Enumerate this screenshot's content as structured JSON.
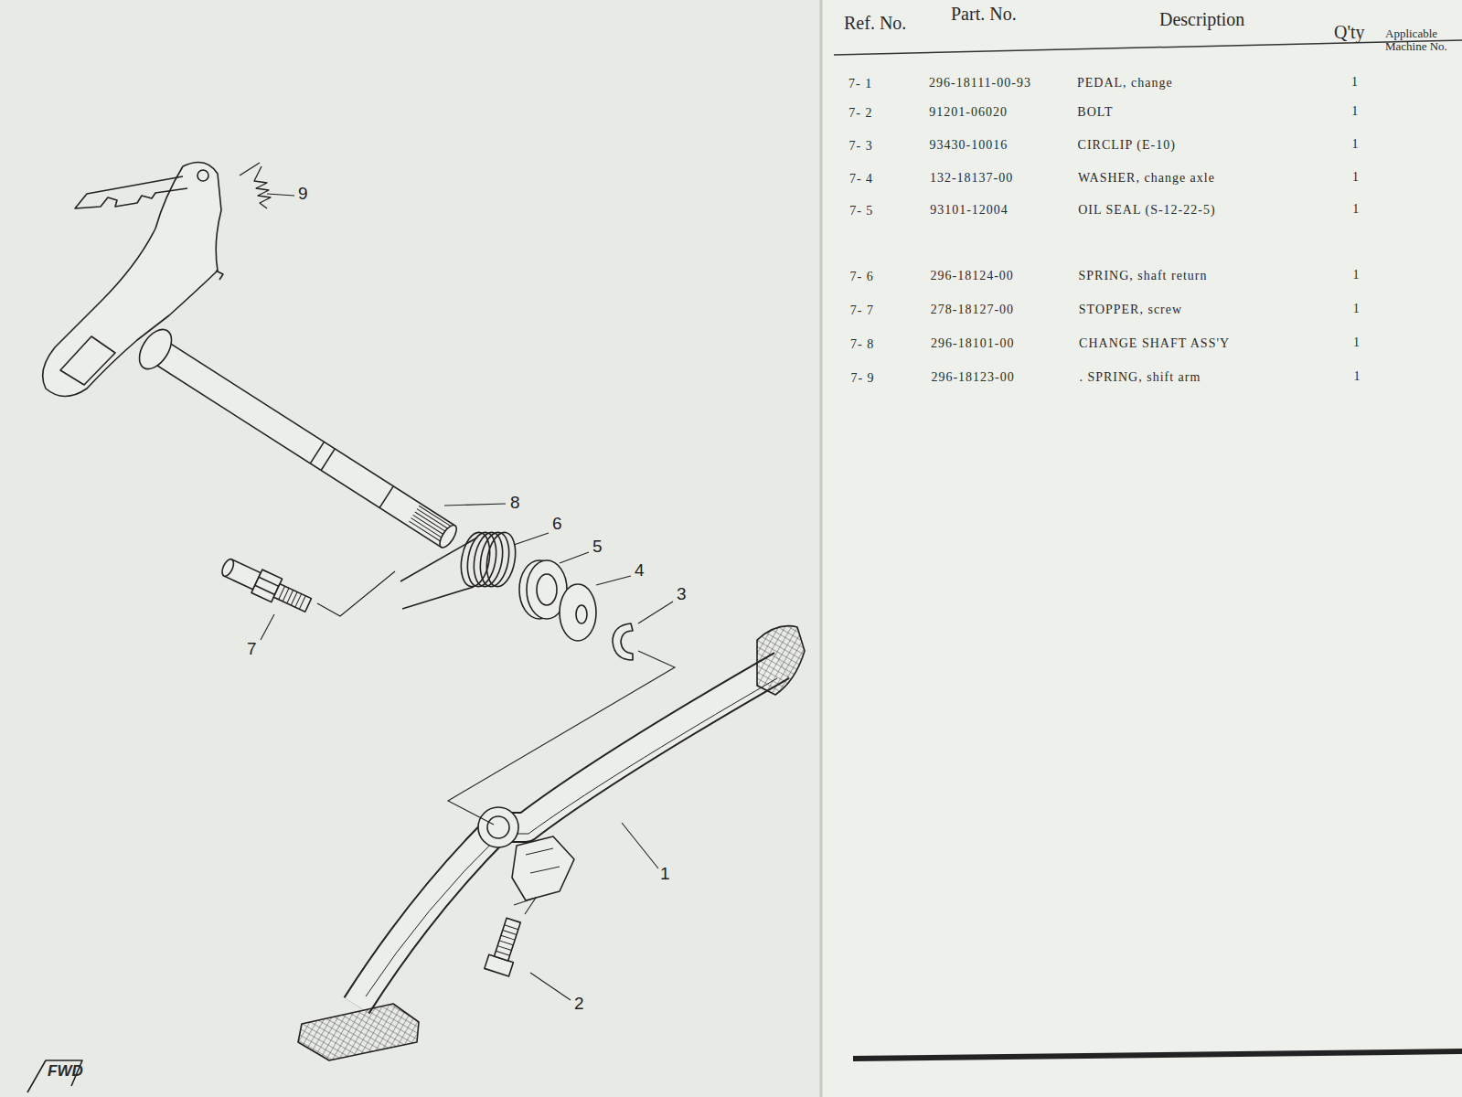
{
  "diagram": {
    "labels": [
      "Ref. No.",
      "Part. No.",
      "Description",
      "Q'ty",
      "Applicable Machine No.",
      "7- 1",
      "296-18111-00-93",
      "PEDAL, change",
      "1",
      "7- 2",
      "91201-06020",
      "BOLT",
      "1",
      "7- 3",
      "93430-10016",
      "CIRCLIP (E-10)",
      "1",
      "7- 4",
      "132-18137-00",
      "WASHER, change axle",
      "1",
      "7- 5",
      "93101-12004",
      "OIL SEAL (S-12-22-5)",
      "1",
      "7- 6",
      "296-18124-00",
      "SPRING, shaft return",
      "1",
      "7- 7",
      "278-18127-00",
      "STOPPER, screw",
      "1",
      "7- 8",
      "296-18101-00",
      "CHANGE SHAFT ASS'Y",
      "1",
      "7- 9",
      "296-18123-00",
      ". SPRING, shift arm",
      "1",
      "9",
      "8",
      "6",
      "5",
      "4",
      "3",
      "7",
      "1",
      "2",
      "FWD"
    ]
  }
}
